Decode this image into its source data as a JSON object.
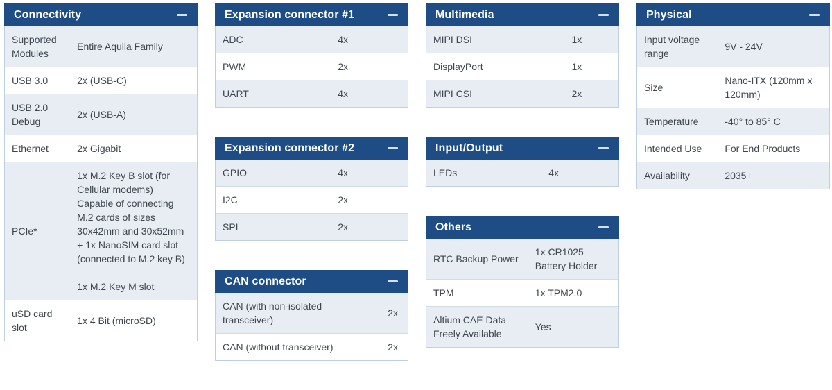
{
  "theme": {
    "header_bg": "#1e4d86",
    "header_text": "#ffffff",
    "row_alt_bg": "#e8edf4",
    "row_bg": "#ffffff",
    "border_color": "#bfcfdf",
    "divider_color": "#d2dce6",
    "text_color": "#3f464e",
    "collapse_icon_color": "#d3e0f3"
  },
  "icons": {
    "collapse": "minus-icon"
  },
  "columns": [
    {
      "tables": [
        {
          "id": "connectivity",
          "title": "Connectivity",
          "label_col_pct": 34,
          "rows": [
            {
              "label": "Supported Modules",
              "value": "Entire Aquila Family"
            },
            {
              "label": "USB 3.0",
              "value": "2x (USB-C)"
            },
            {
              "label": "USB 2.0 Debug",
              "value": "2x (USB-A)"
            },
            {
              "label": "Ethernet",
              "value": "2x Gigabit"
            },
            {
              "label": "PCIe*",
              "value": "1x M.2 Key B slot (for Cellular modems)\nCapable of connecting M.2 cards of sizes 30x42mm and 30x52mm\n+ 1x NanoSIM card slot (connected to M.2 key B)\n\n1x M.2 Key M slot"
            },
            {
              "label": "uSD card slot",
              "value": "1x 4 Bit (microSD)"
            }
          ]
        }
      ]
    },
    {
      "tables": [
        {
          "id": "expansion-connector-1",
          "title": "Expansion connector #1",
          "label_col_pct": 60,
          "rows": [
            {
              "label": "ADC",
              "value": "4x"
            },
            {
              "label": "PWM",
              "value": "2x"
            },
            {
              "label": "UART",
              "value": "4x"
            }
          ]
        },
        {
          "id": "expansion-connector-2",
          "title": "Expansion connector #2",
          "label_col_pct": 60,
          "rows": [
            {
              "label": "GPIO",
              "value": "4x"
            },
            {
              "label": "I2C",
              "value": "2x"
            },
            {
              "label": "SPI",
              "value": "2x"
            }
          ]
        },
        {
          "id": "can-connector",
          "title": "CAN connector",
          "label_col_pct": 86,
          "rows": [
            {
              "label": "CAN (with non-isolated transceiver)",
              "value": "2x"
            },
            {
              "label": "CAN (without transceiver)",
              "value": "2x"
            }
          ]
        }
      ]
    },
    {
      "tables": [
        {
          "id": "multimedia",
          "title": "Multimedia",
          "label_col_pct": 72,
          "rows": [
            {
              "label": "MIPI DSI",
              "value": "1x"
            },
            {
              "label": "DisplayPort",
              "value": "1x"
            },
            {
              "label": "MIPI CSI",
              "value": "2x"
            }
          ]
        },
        {
          "id": "input-output",
          "title": "Input/Output",
          "label_col_pct": 60,
          "rows": [
            {
              "label": "LEDs",
              "value": "4x"
            }
          ]
        },
        {
          "id": "others",
          "title": "Others",
          "label_col_pct": 53,
          "rows": [
            {
              "label": "RTC Backup Power",
              "value": "1x CR1025 Battery Holder"
            },
            {
              "label": "TPM",
              "value": "1x TPM2.0"
            },
            {
              "label": "Altium CAE Data Freely Available",
              "value": "Yes"
            }
          ]
        }
      ]
    },
    {
      "tables": [
        {
          "id": "physical",
          "title": "Physical",
          "label_col_pct": 42,
          "rows": [
            {
              "label": "Input voltage range",
              "value": "9V - 24V"
            },
            {
              "label": "Size",
              "value": "Nano-ITX (120mm x 120mm)"
            },
            {
              "label": "Temperature",
              "value": "-40° to 85° C"
            },
            {
              "label": "Intended Use",
              "value": "For End Products"
            },
            {
              "label": "Availability",
              "value": "2035+"
            }
          ]
        }
      ]
    }
  ]
}
